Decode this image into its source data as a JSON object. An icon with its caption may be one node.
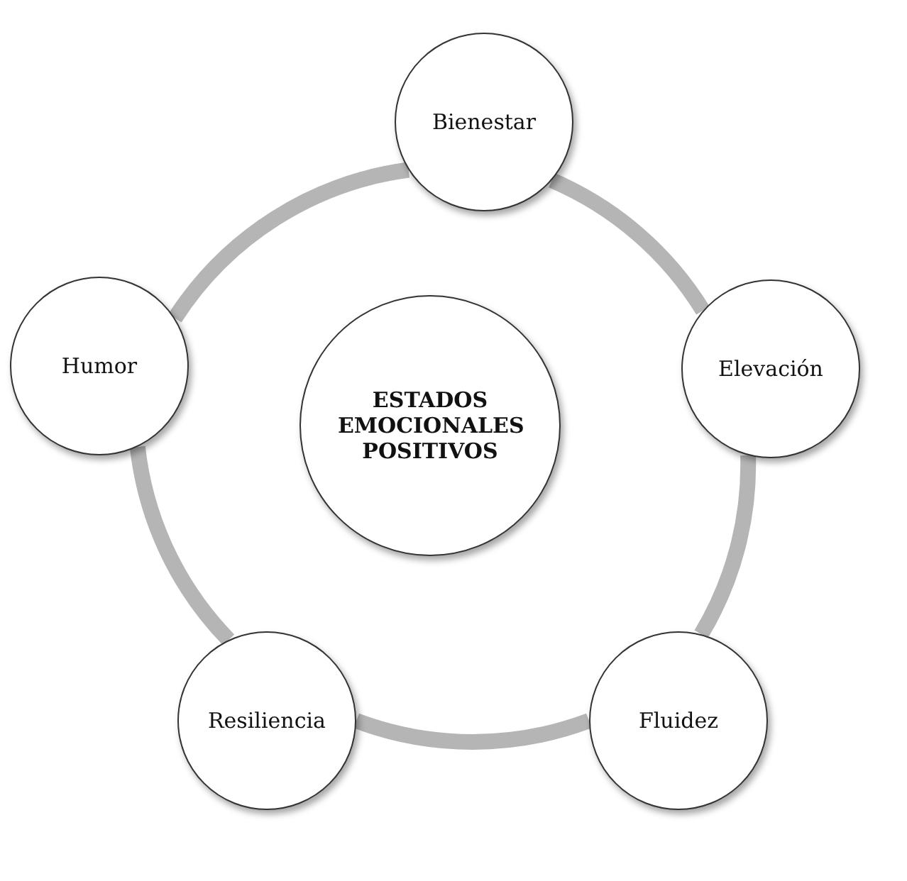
{
  "diagram": {
    "nodes": [
      {
        "text": [
          "ESTADOS EMOCIONALES POSITIVOS"
        ]
      },
      {
        "text": [
          "Bienestar"
        ]
      },
      {
        "text": [
          "Elevación"
        ]
      },
      {
        "text": [
          "Fluidez"
        ]
      },
      {
        "text": [
          "Resiliencia"
        ]
      },
      {
        "text": [
          "Humor"
        ]
      }
    ],
    "edges": [
      {
        "from": 1,
        "to": 2,
        "arrow": "none"
      },
      {
        "from": 2,
        "to": 3,
        "arrow": "none"
      },
      {
        "from": 3,
        "to": 4,
        "arrow": "none"
      },
      {
        "from": 4,
        "to": 5,
        "arrow": "none"
      },
      {
        "from": 5,
        "to": 1,
        "arrow": "none"
      }
    ]
  }
}
